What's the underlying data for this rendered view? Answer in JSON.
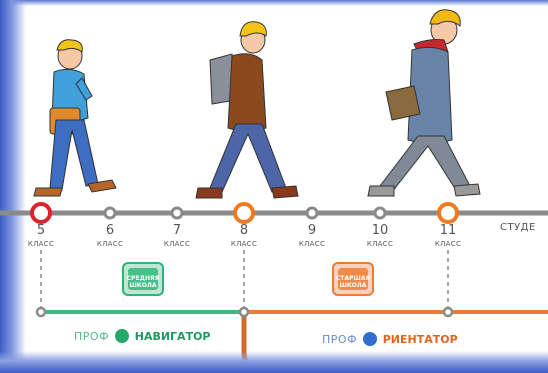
{
  "timeline": {
    "grades": [
      {
        "num": "5",
        "word": "КЛАСС"
      },
      {
        "num": "6",
        "word": "КЛАСС"
      },
      {
        "num": "7",
        "word": "КЛАСС"
      },
      {
        "num": "8",
        "word": "КЛАСС"
      },
      {
        "num": "9",
        "word": "КЛАСС"
      },
      {
        "num": "10",
        "word": "КЛАСС"
      },
      {
        "num": "11",
        "word": "КЛАСС"
      }
    ],
    "end_label": "СТУДЕ",
    "colors": {
      "line": "#8a8a8a",
      "start": "#d9232d",
      "milestone": "#ef7a20"
    }
  },
  "schools": {
    "middle": {
      "caption": "СРЕДНЯЯ ШКОЛА",
      "color": "#2fb37a"
    },
    "senior": {
      "caption": "СТАРШАЯ ШКОЛА",
      "color": "#ef7a33"
    }
  },
  "programs": {
    "navigator": {
      "prefix": "ПРОФ",
      "name": "НАВИГАТОР",
      "color": "#1e9a5e",
      "logo": "compass-icon"
    },
    "orientator": {
      "prefix": "ПРОФ",
      "name": "РИЕНТАТОР",
      "color": "#e0651f",
      "logo": "compass-icon"
    }
  }
}
